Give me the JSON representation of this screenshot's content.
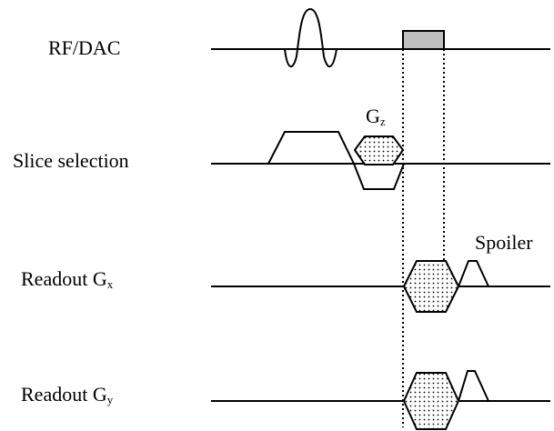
{
  "rows": {
    "rf": {
      "label": "RF/DAC"
    },
    "slice": {
      "label": "Slice selection"
    },
    "readout_x": {
      "label": "Readout G",
      "sub": "x"
    },
    "readout_y": {
      "label": "Readout G",
      "sub": "y"
    }
  },
  "annotations": {
    "gz": {
      "label": "G",
      "sub": "z"
    },
    "spoiler": {
      "label": "Spoiler"
    }
  },
  "colors": {
    "line": "#000000",
    "dac_block": "#bfbfbf",
    "background": "#ffffff"
  }
}
